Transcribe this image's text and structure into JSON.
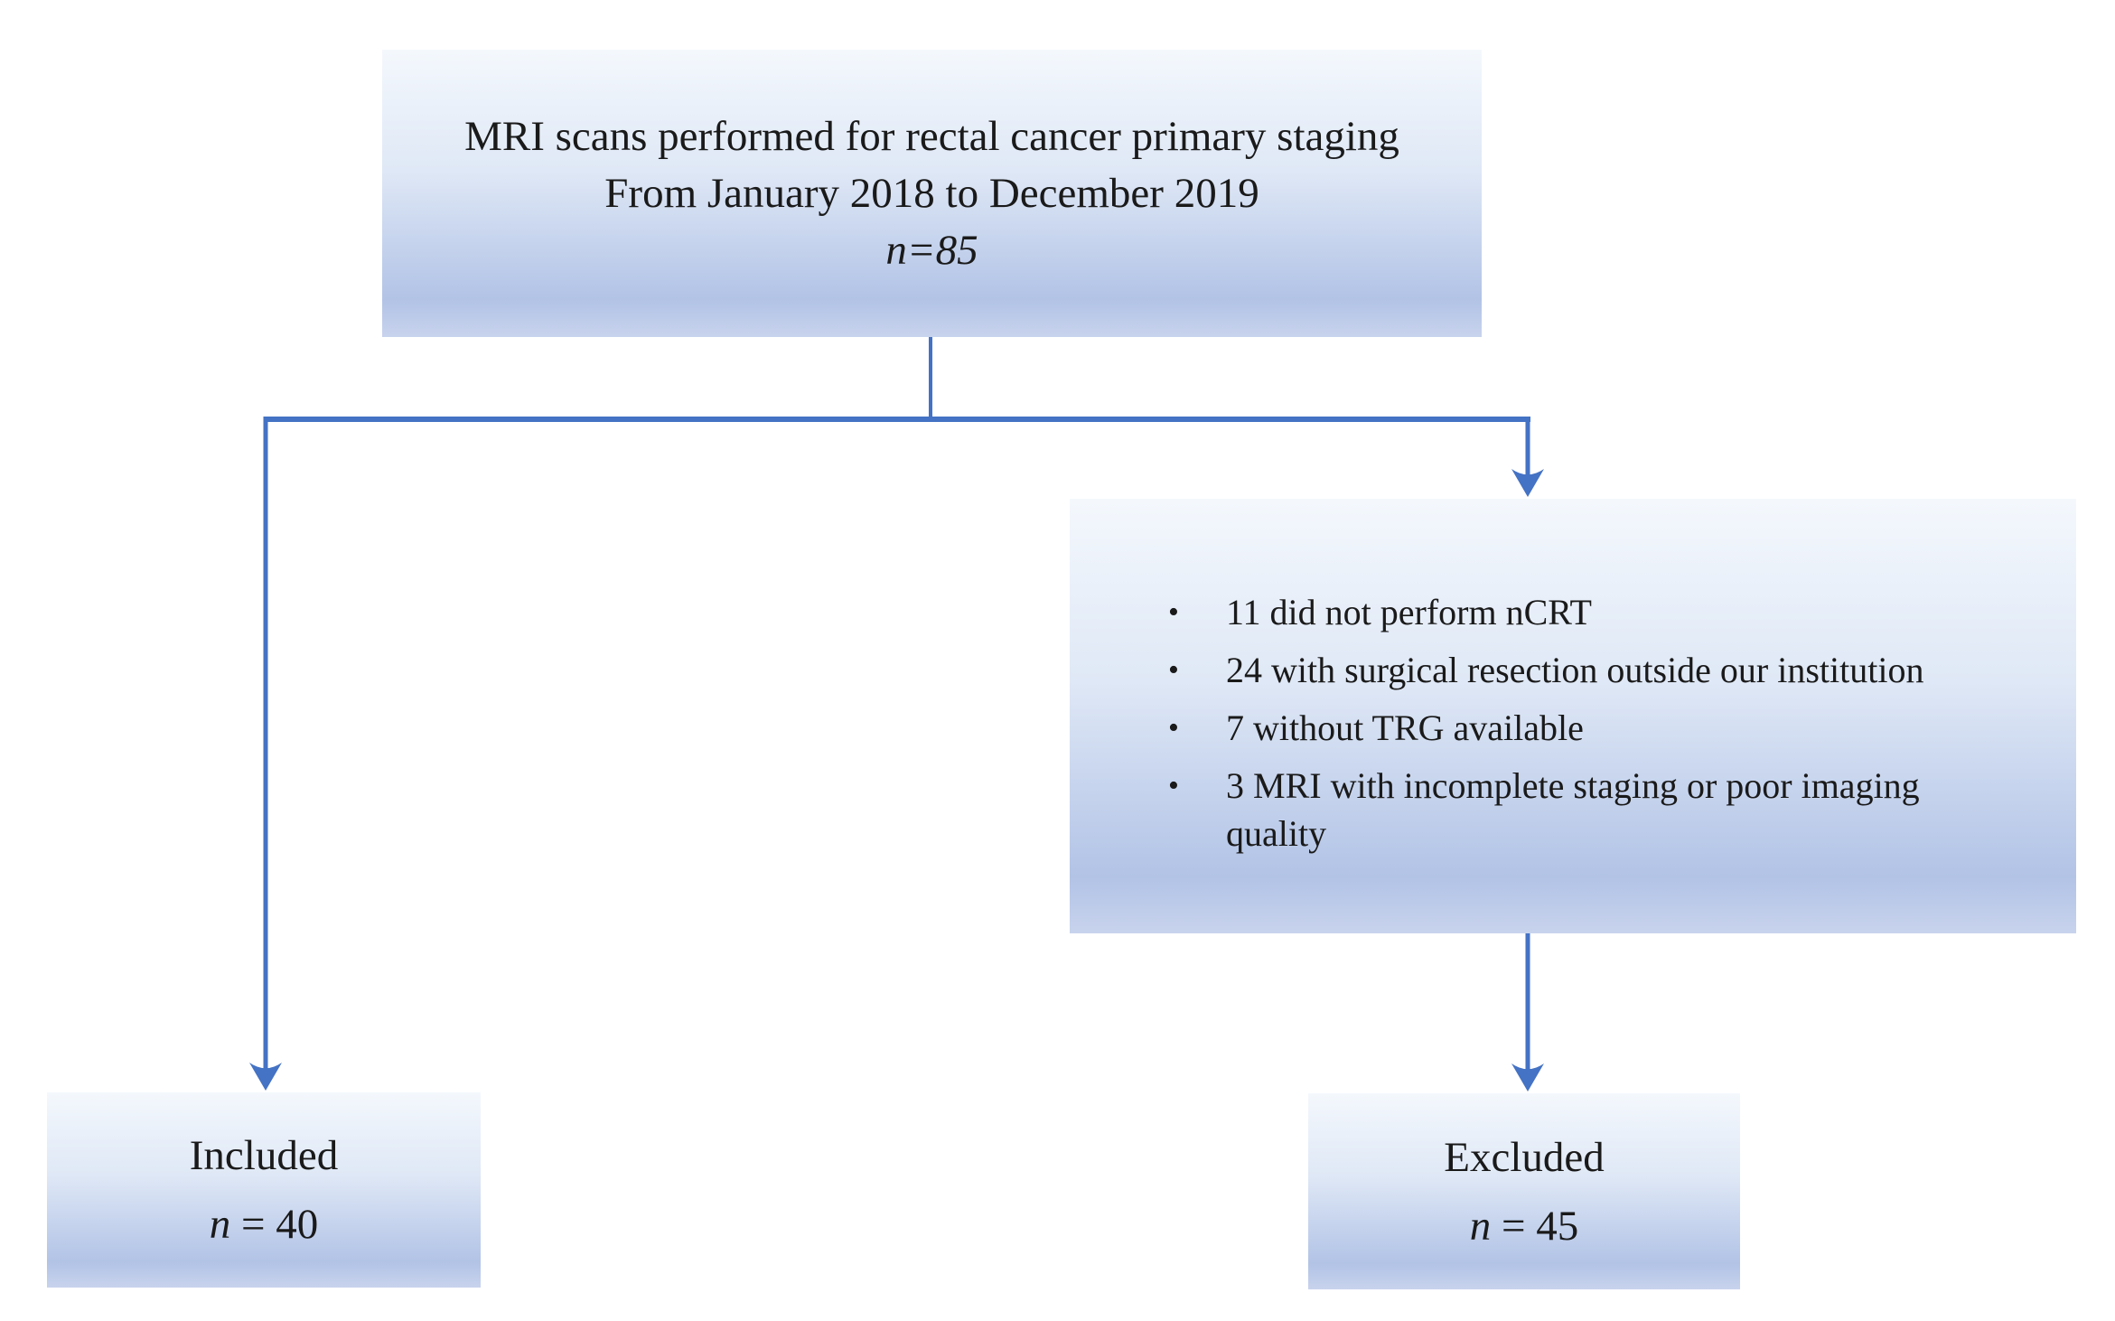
{
  "colors": {
    "connector": "#4472c4",
    "gradient_top": "#f4f8fd",
    "gradient_bottom": "#b2c3e6",
    "text": "#1a1a1a"
  },
  "source_box": {
    "line1": "MRI scans performed for rectal cancer primary staging",
    "line2": "From January 2018 to December 2019",
    "count": "n=85"
  },
  "exclusion_box": {
    "items": [
      "11 did not perform nCRT",
      "24 with surgical resection outside our institution",
      "7 without TRG available",
      "3 MRI with incomplete staging or poor imaging quality"
    ]
  },
  "included_box": {
    "label": "Included",
    "count_var": "n",
    "count_rest": " = 40"
  },
  "excluded_box": {
    "label": "Excluded",
    "count_var": "n",
    "count_rest": " = 45"
  }
}
